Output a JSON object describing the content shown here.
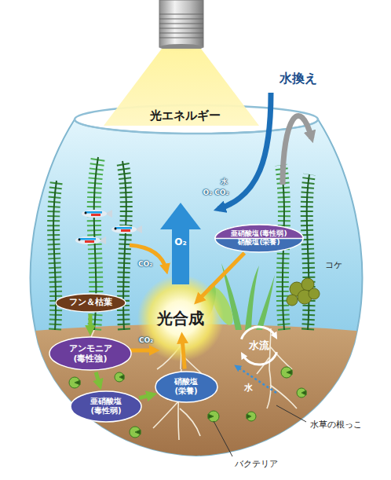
{
  "diagram": {
    "nodes": [
      {
        "text": [
          "亜硝酸塩(毒性弱)",
          "硝酸塩(栄養)"
        ]
      },
      {
        "text": [
          "フン＆枯葉"
        ]
      },
      {
        "text": [
          "光合成"
        ]
      },
      {
        "text": [
          "アンモニア (毒性強)"
        ]
      },
      {
        "text": [
          "硝酸塩 (栄養)"
        ]
      },
      {
        "text": [
          "亜硝酸塩 (毒性弱)"
        ]
      }
    ],
    "edges": [
      {
        "from": 1,
        "to": 3,
        "arrow": "to"
      },
      {
        "from": 3,
        "to": 5,
        "arrow": "to"
      },
      {
        "from": 5,
        "to": 4,
        "arrow": "to"
      },
      {
        "from": 4,
        "to": 2,
        "arrow": "to"
      },
      {
        "from": 0,
        "to": 2,
        "arrow": "to"
      }
    ],
    "labels": [
      "水換え",
      "光エネルギー",
      "水",
      "O₂ CO₂",
      "O₂",
      "CO₂",
      "コケ",
      "CO₂",
      "水流",
      "水",
      "水草の根っこ",
      "バクテリア"
    ]
  }
}
